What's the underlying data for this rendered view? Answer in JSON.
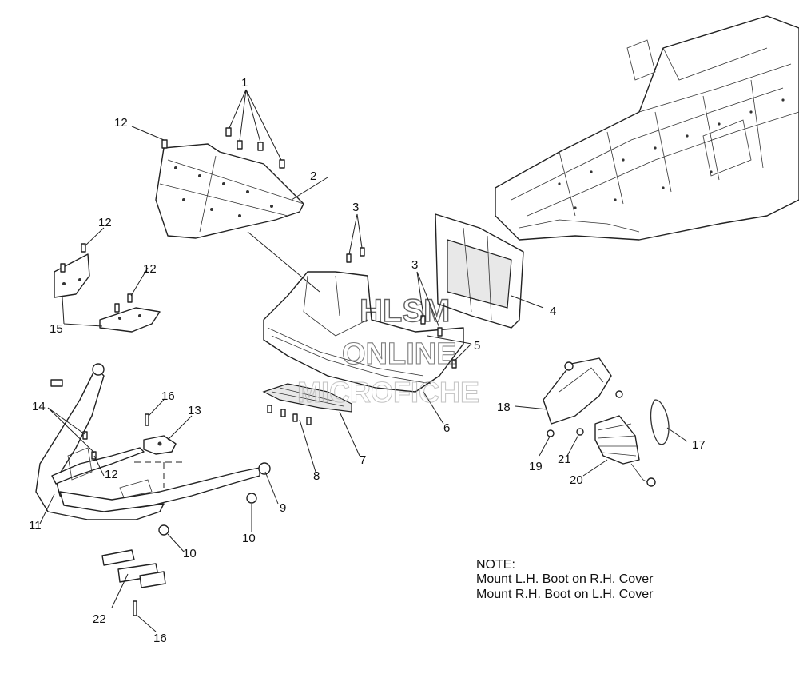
{
  "callouts": {
    "c1": "1",
    "c2": "2",
    "c3a": "3",
    "c3b": "3",
    "c4": "4",
    "c5": "5",
    "c6": "6",
    "c7": "7",
    "c8": "8",
    "c9": "9",
    "c10a": "10",
    "c10b": "10",
    "c11": "11",
    "c12a": "12",
    "c12b": "12",
    "c12c": "12",
    "c12d": "12",
    "c13": "13",
    "c14": "14",
    "c15": "15",
    "c16a": "16",
    "c16b": "16",
    "c17": "17",
    "c18": "18",
    "c19": "19",
    "c20": "20",
    "c21": "21",
    "c22": "22"
  },
  "note": {
    "heading": "NOTE:",
    "line1": "Mount L.H. Boot on R.H. Cover",
    "line2": "Mount R.H. Boot on L.H. Cover"
  },
  "watermark": {
    "line1": "HLSM",
    "line2": "ONLINE",
    "line3": "MICROFICHE"
  }
}
